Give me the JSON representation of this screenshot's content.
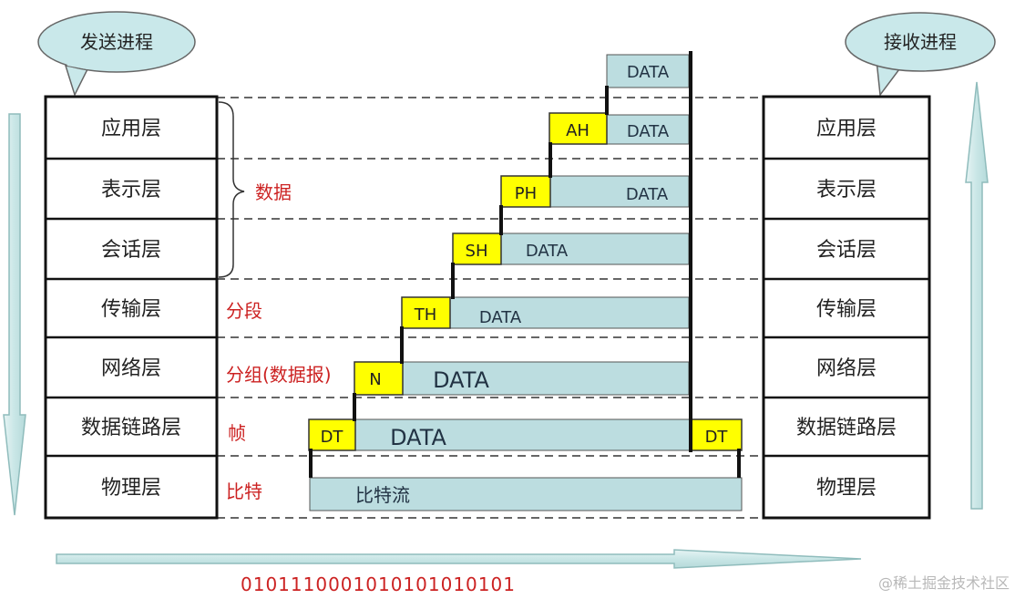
{
  "sender": {
    "bubble": "发送进程"
  },
  "receiver": {
    "bubble": "接收进程"
  },
  "layers": [
    "应用层",
    "表示层",
    "会话层",
    "传输层",
    "网络层",
    "数据链路层",
    "物理层"
  ],
  "top_data": "DATA",
  "encapsulation": [
    {
      "header": "AH",
      "data": "DATA"
    },
    {
      "header": "PH",
      "data": "DATA"
    },
    {
      "header": "SH",
      "data": "DATA"
    },
    {
      "header": "TH",
      "data": "DATA"
    },
    {
      "header": "N",
      "data": "DATA"
    },
    {
      "header": "DT",
      "data": "DATA",
      "trailer": "DT"
    },
    {
      "data": "比特流"
    }
  ],
  "notes": {
    "data": "数据",
    "segment": "分段",
    "packet": "分组(数据报)",
    "frame": "帧",
    "bit": "比特"
  },
  "bitstream": "0101110001010101010101",
  "watermark": "@稀土掘金技术社区",
  "colors": {
    "header": "#ffff00",
    "data": "#bcdde0",
    "arrow": "#c9e6e6",
    "note": "#cc2222",
    "bubble": "#c9e8ea"
  }
}
